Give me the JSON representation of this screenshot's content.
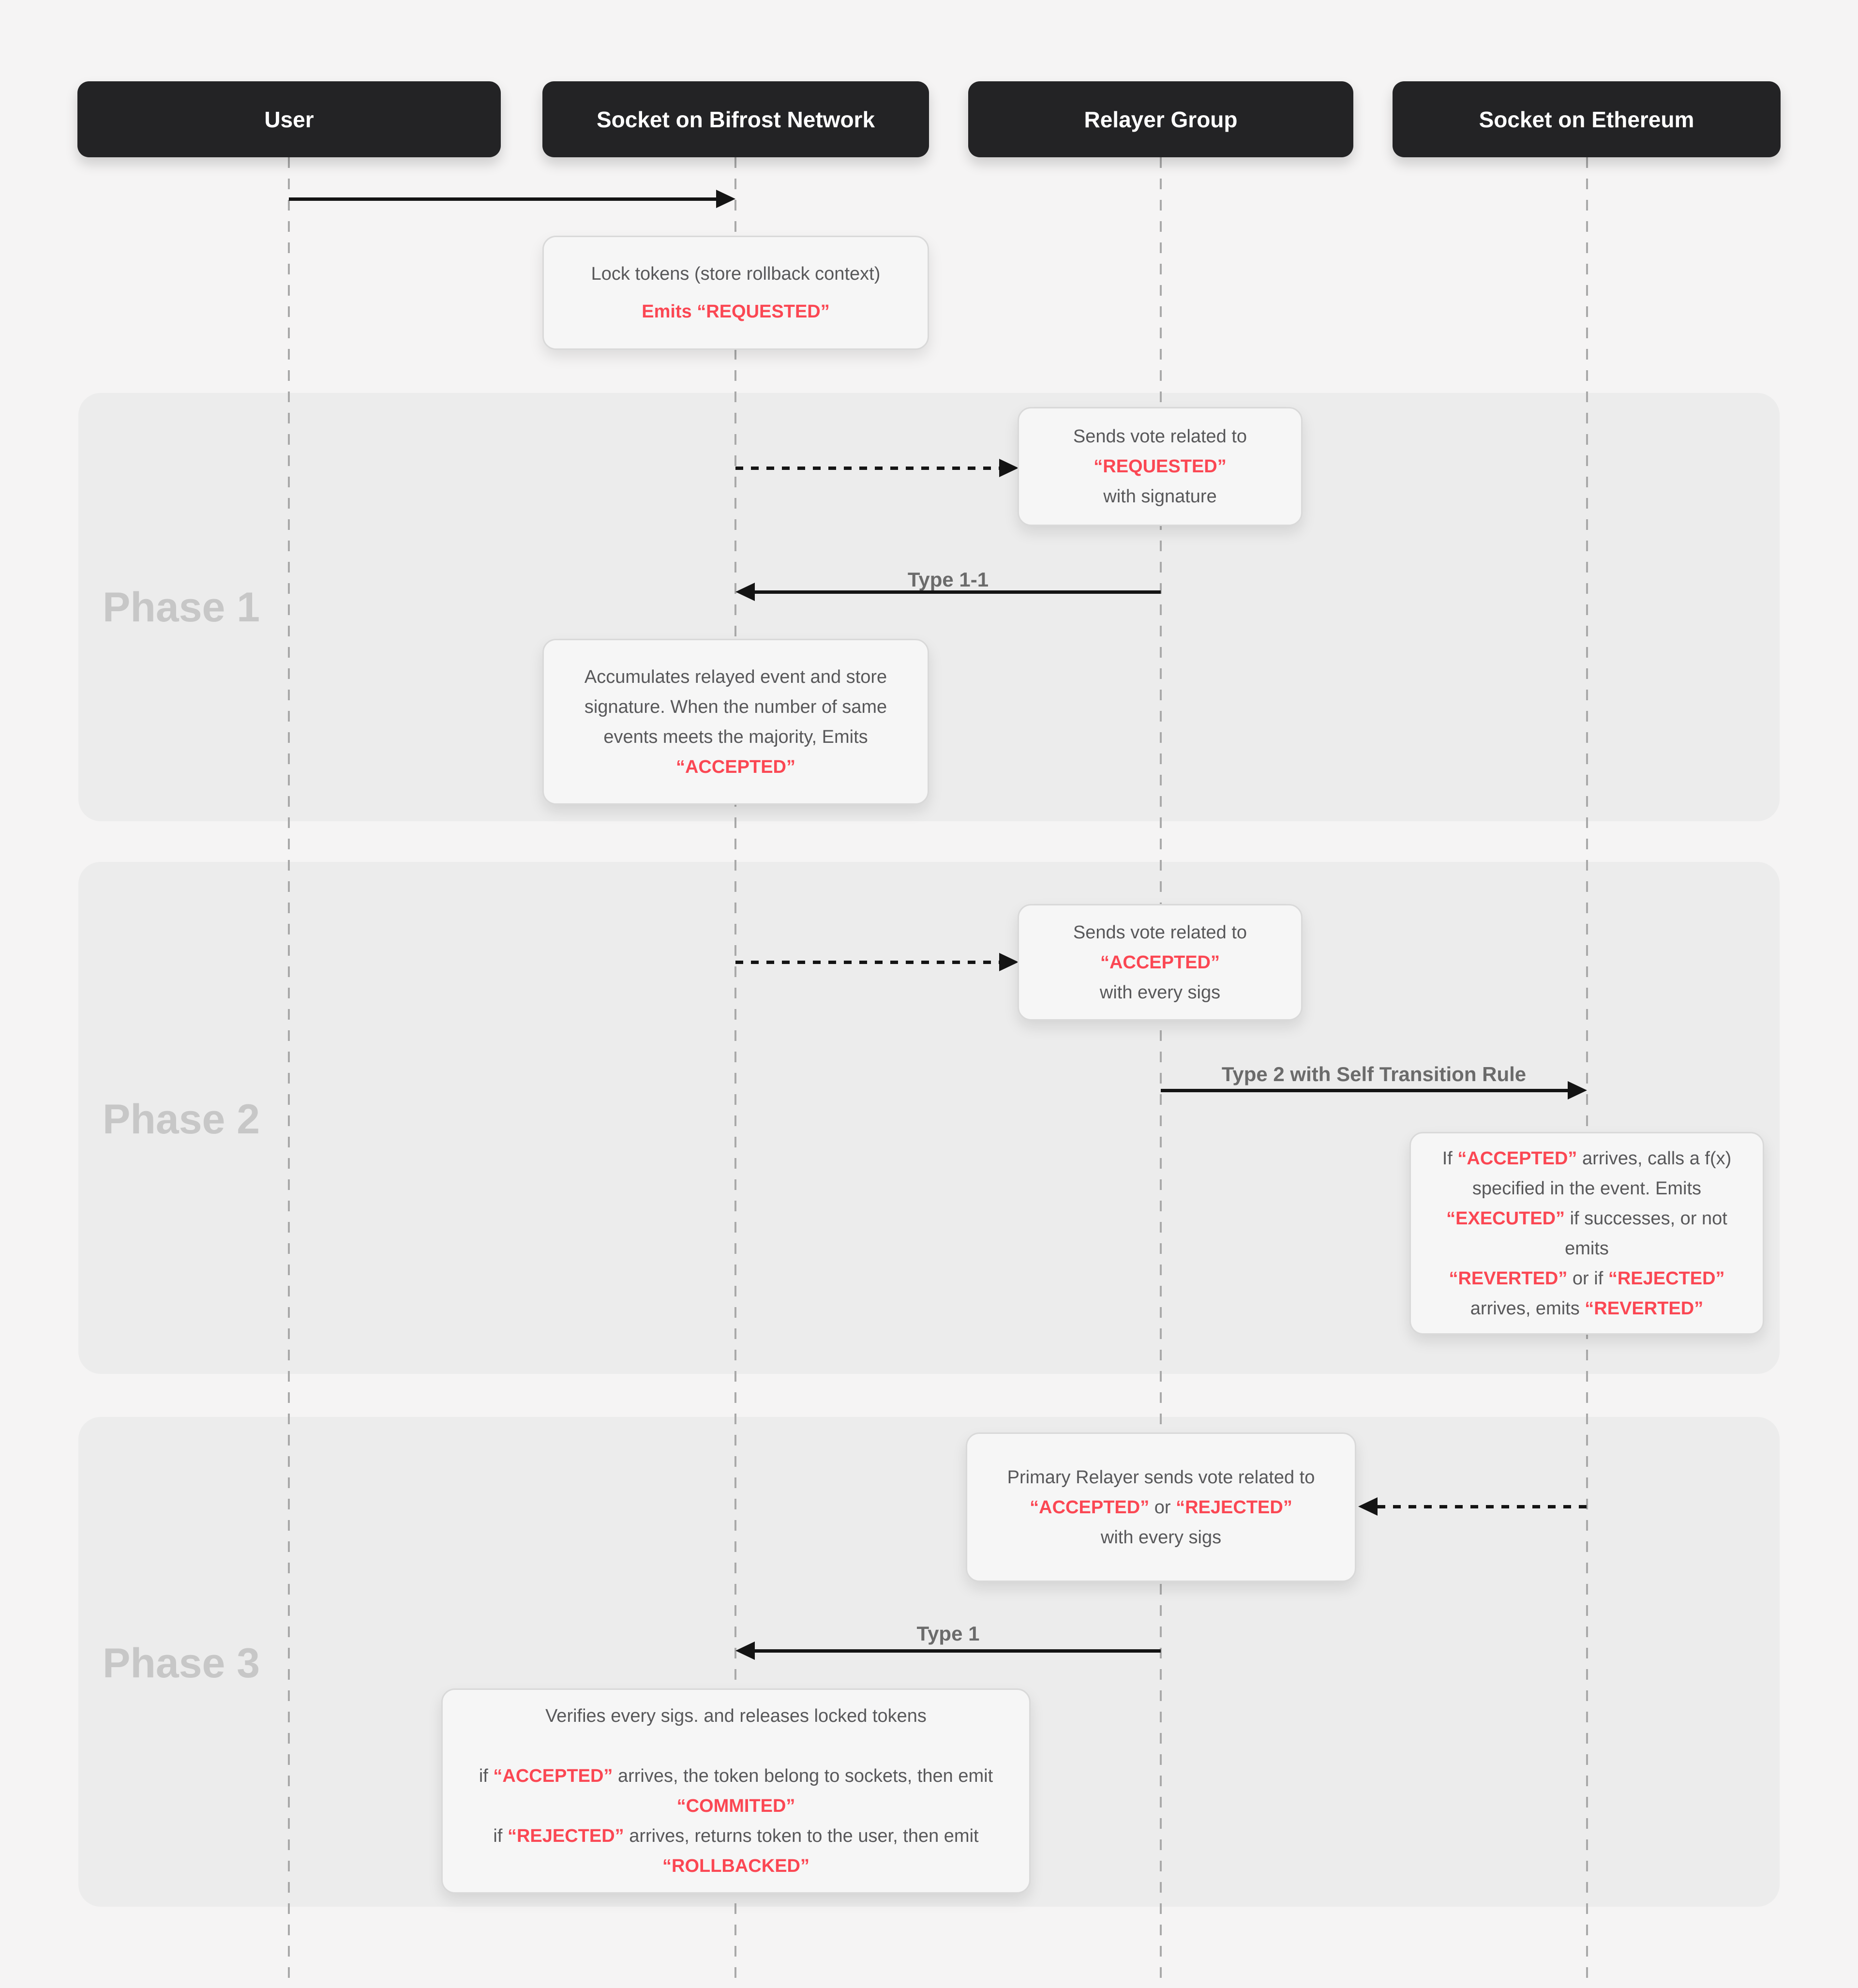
{
  "colors": {
    "accent_red": "#fb4753",
    "header_bg": "#232325",
    "band_bg": "#ececec",
    "page_bg": "#f5f4f4",
    "box_bg": "#f6f6f6",
    "text_gray": "#58585a",
    "arrow_label_gray": "#6b6b6b",
    "phase_label_gray": "#c7c7c7",
    "lifeline_gray": "#a9a9a9"
  },
  "actors": [
    {
      "label": "User"
    },
    {
      "label": "Socket on Bifrost Network"
    },
    {
      "label": "Relayer Group"
    },
    {
      "label": "Socket on Ethereum"
    }
  ],
  "phases": [
    {
      "label": "Phase 1"
    },
    {
      "label": "Phase 2"
    },
    {
      "label": "Phase 3"
    }
  ],
  "arrows": [
    {
      "name": "user-to-bifrost",
      "label": ""
    },
    {
      "name": "bifrost-to-relayer-vote-requested",
      "label": ""
    },
    {
      "name": "relayer-to-bifrost-type-1-1",
      "label": "Type 1-1"
    },
    {
      "name": "bifrost-to-relayer-vote-accepted",
      "label": ""
    },
    {
      "name": "relayer-to-ethereum-type-2",
      "label": "Type 2 with Self Transition Rule"
    },
    {
      "name": "ethereum-to-relayer-vote",
      "label": ""
    },
    {
      "name": "relayer-to-bifrost-type-1",
      "label": "Type 1"
    }
  ],
  "notes": [
    {
      "name": "lock-tokens",
      "lines": [
        [
          {
            "text": "Lock tokens (store rollback context)"
          }
        ],
        [
          {
            "text": "Emits “REQUESTED”",
            "red": true
          }
        ]
      ]
    },
    {
      "name": "vote-requested",
      "lines": [
        [
          {
            "text": "Sends vote related to"
          }
        ],
        [
          {
            "text": "“REQUESTED”",
            "red": true
          }
        ],
        [
          {
            "text": "with signature"
          }
        ]
      ]
    },
    {
      "name": "accumulates-events",
      "lines": [
        [
          {
            "text": "Accumulates relayed event and store"
          }
        ],
        [
          {
            "text": "signature. When the number of same"
          }
        ],
        [
          {
            "text": "events meets the majority, Emits"
          }
        ],
        [
          {
            "text": "“ACCEPTED”",
            "red": true
          }
        ]
      ]
    },
    {
      "name": "vote-accepted",
      "lines": [
        [
          {
            "text": "Sends vote related to"
          }
        ],
        [
          {
            "text": "“ACCEPTED”",
            "red": true
          }
        ],
        [
          {
            "text": "with every sigs"
          }
        ]
      ]
    },
    {
      "name": "executed-or-reverted",
      "lines": [
        [
          {
            "text": "If "
          },
          {
            "text": "“ACCEPTED”",
            "red": true
          },
          {
            "text": " arrives, calls a f(x)"
          }
        ],
        [
          {
            "text": "specified in the event. Emits"
          }
        ],
        [
          {
            "text": "“EXECUTED”",
            "red": true
          },
          {
            "text": " if successes, or not"
          }
        ],
        [
          {
            "text": "emits"
          }
        ],
        [
          {
            "text": "“REVERTED”",
            "red": true
          },
          {
            "text": " or if "
          },
          {
            "text": "“REJECTED”",
            "red": true
          }
        ],
        [
          {
            "text": "arrives, emits "
          },
          {
            "text": "“REVERTED”",
            "red": true
          }
        ]
      ]
    },
    {
      "name": "primary-relayer-vote",
      "lines": [
        [
          {
            "text": "Primary Relayer sends vote related to"
          }
        ],
        [
          {
            "text": "“ACCEPTED”",
            "red": true
          },
          {
            "text": " or "
          },
          {
            "text": "“REJECTED”",
            "red": true
          }
        ],
        [
          {
            "text": "with every sigs"
          }
        ]
      ]
    },
    {
      "name": "verifies-and-releases",
      "lines": [
        [
          {
            "text": "Verifies every sigs. and releases locked tokens"
          }
        ],
        [
          {
            "text": ""
          }
        ],
        [
          {
            "text": "if "
          },
          {
            "text": "“ACCEPTED”",
            "red": true
          },
          {
            "text": " arrives, the token belong to sockets, then emit"
          }
        ],
        [
          {
            "text": "“COMMITED”",
            "red": true
          }
        ],
        [
          {
            "text": "if "
          },
          {
            "text": "“REJECTED”",
            "red": true
          },
          {
            "text": " arrives, returns token to the user, then emit"
          }
        ],
        [
          {
            "text": "“ROLLBACKED”",
            "red": true
          }
        ]
      ]
    }
  ]
}
